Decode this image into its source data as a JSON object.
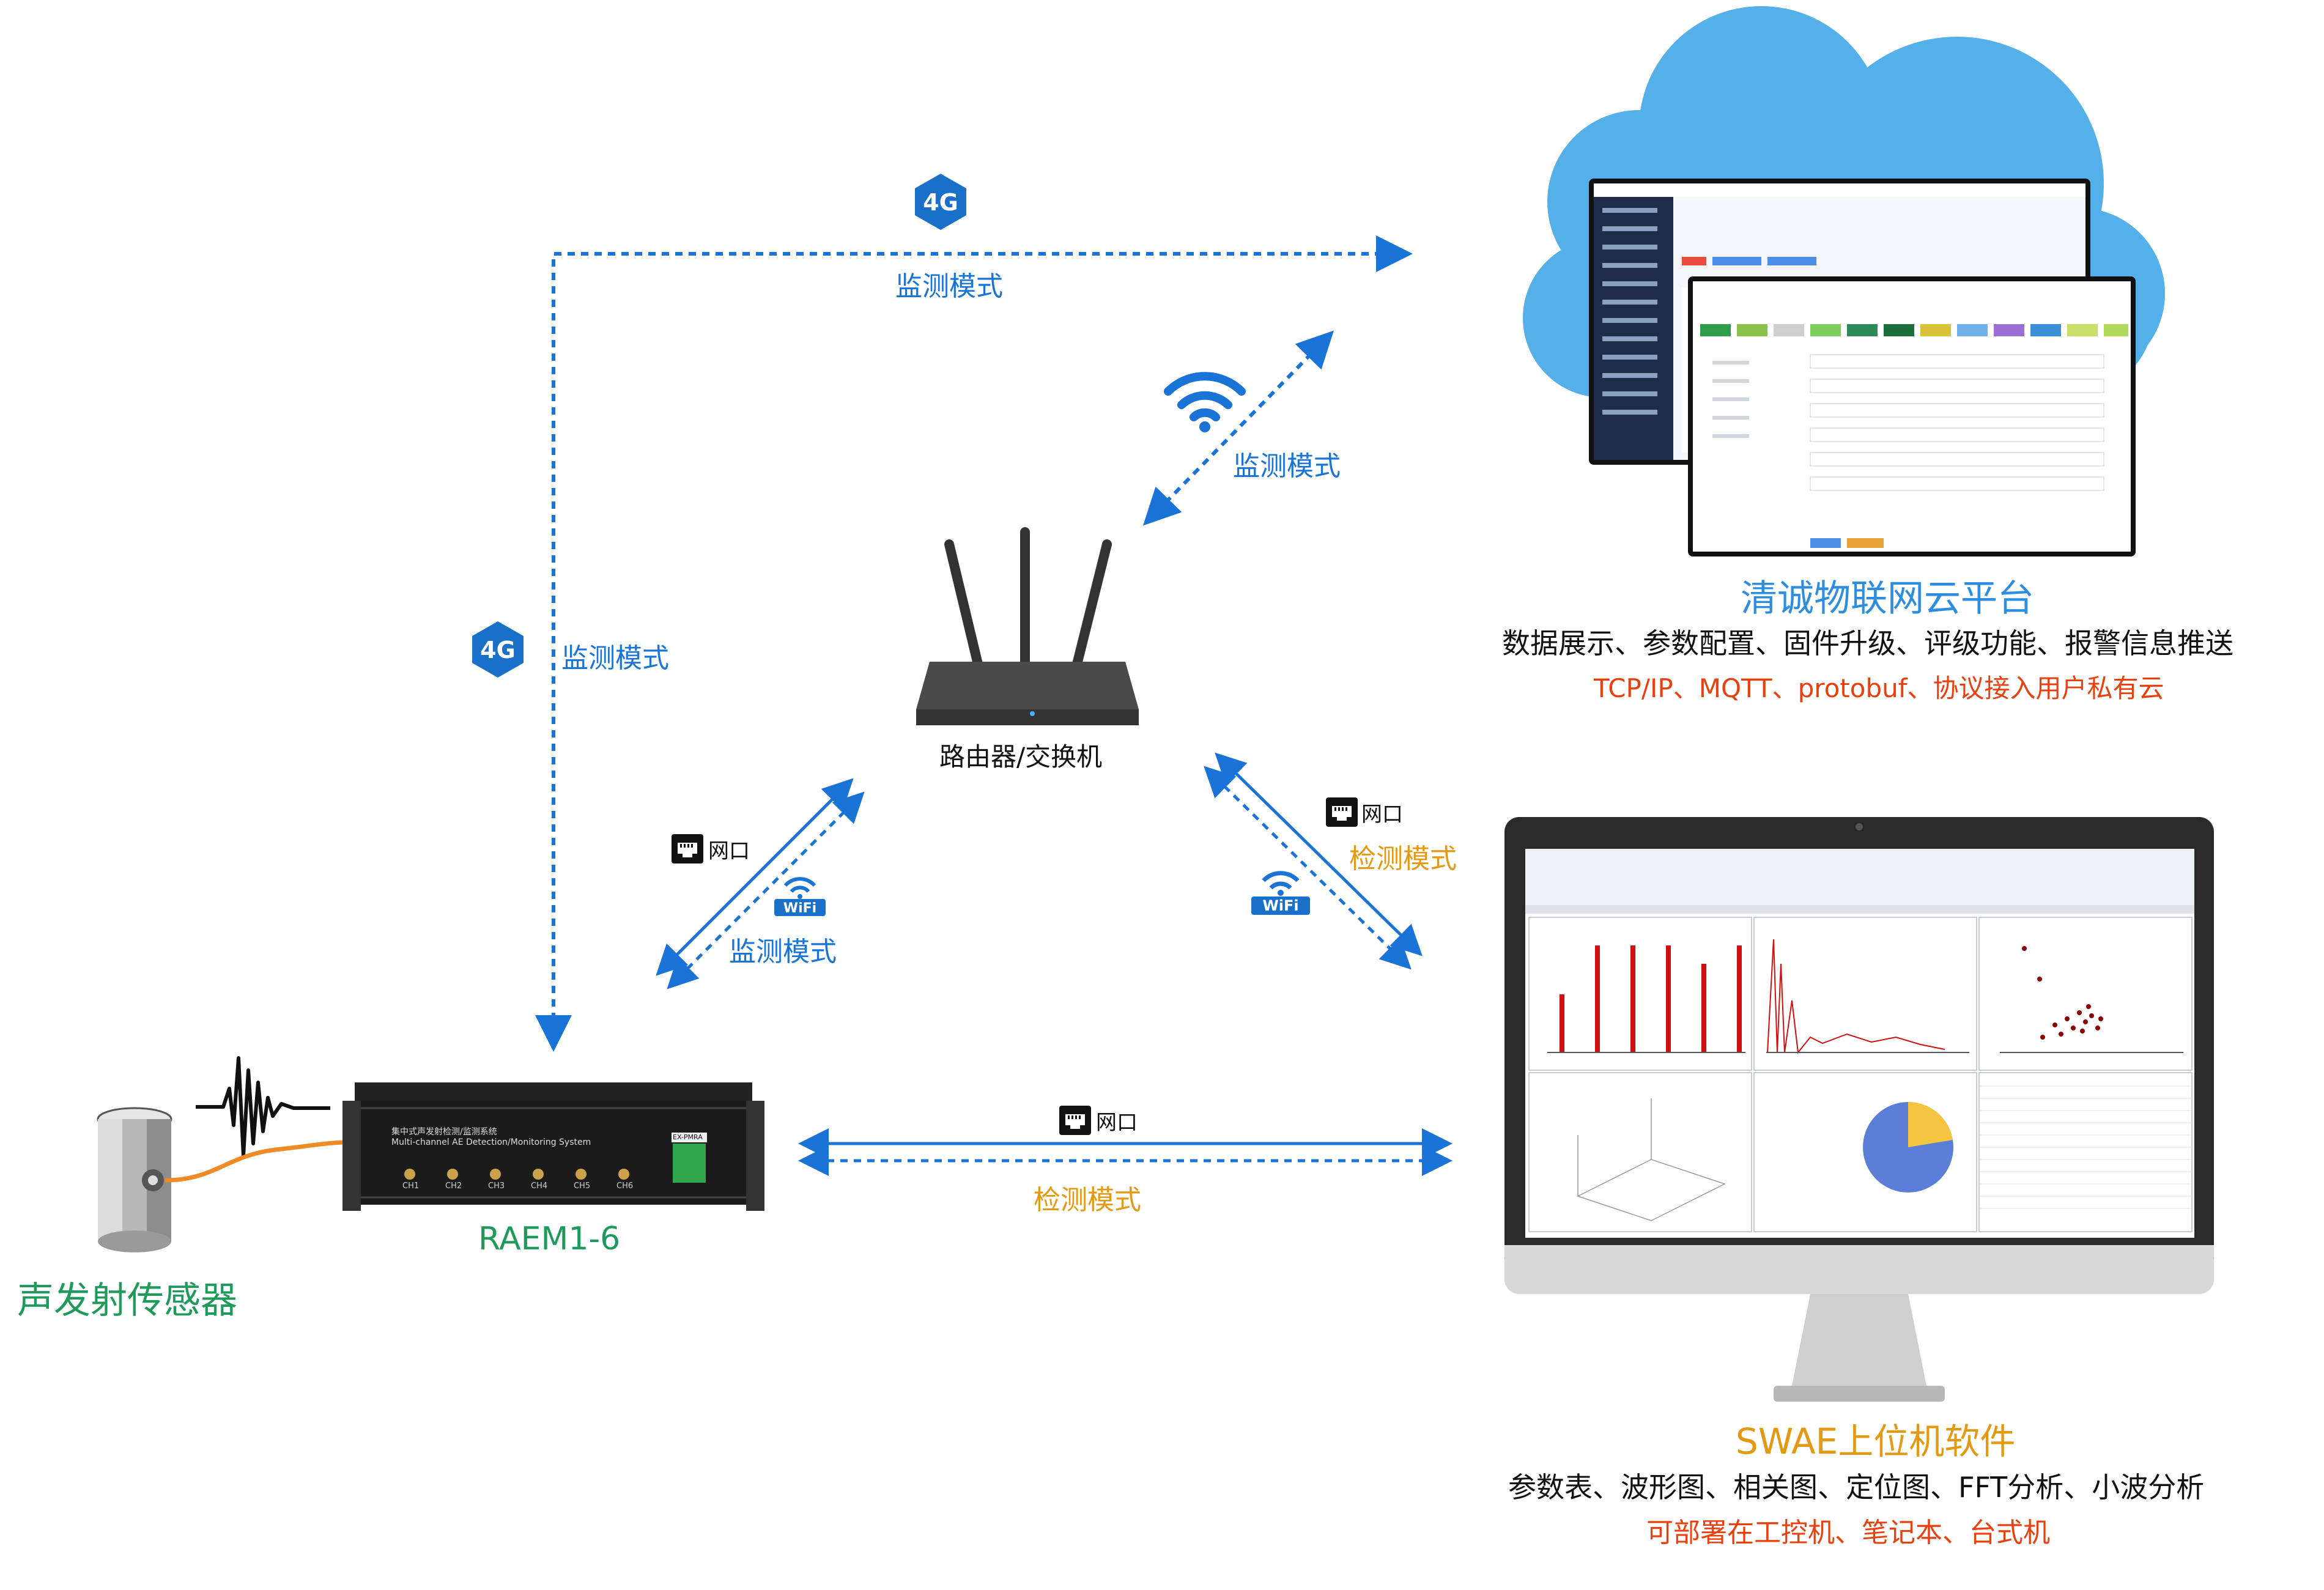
{
  "labels": {
    "mode_4g_top": "监测模式",
    "mode_4g_left": "监测模式",
    "mode_wifi_router_cloud": "监测模式",
    "mode_router_device": "监测模式",
    "mode_router_pc": "检测模式",
    "mode_device_pc": "检测模式",
    "router": "路由器/交换机",
    "device": "RAEM1-6",
    "sensor": "声发射传感器",
    "cloud_title": "清诚物联网云平台",
    "cloud_features": "数据展示、参数配置、固件升级、评级功能、报警信息推送",
    "cloud_protocols": "TCP/IP、MQTT、protobuf、协议接入用户私有云",
    "pc_title": "SWAE上位机软件",
    "pc_features": "参数表、波形图、相关图、定位图、FFT分析、小波分析",
    "pc_deploy": "可部署在工控机、笔记本、台式机",
    "port_left": "网口",
    "port_right": "网口",
    "port_bottom": "网口",
    "wifi_left": "WiFi",
    "wifi_right": "WiFi",
    "badge_4g_top": "4G",
    "badge_4g_left": "4G"
  },
  "device_panel": {
    "title_cn": "集中式声发射检测/监测系统",
    "title_en": "Multi-channel AE Detection/Monitoring System",
    "channels": [
      "CH1",
      "CH2",
      "CH3",
      "CH4",
      "CH5",
      "CH6"
    ],
    "terminal": "EX-PMRA"
  },
  "colors": {
    "blue": "#1a73d6",
    "orange": "#e39a12",
    "green": "#1e9a5a",
    "red": "#e8400e",
    "cloud": "#4aa8e6"
  }
}
